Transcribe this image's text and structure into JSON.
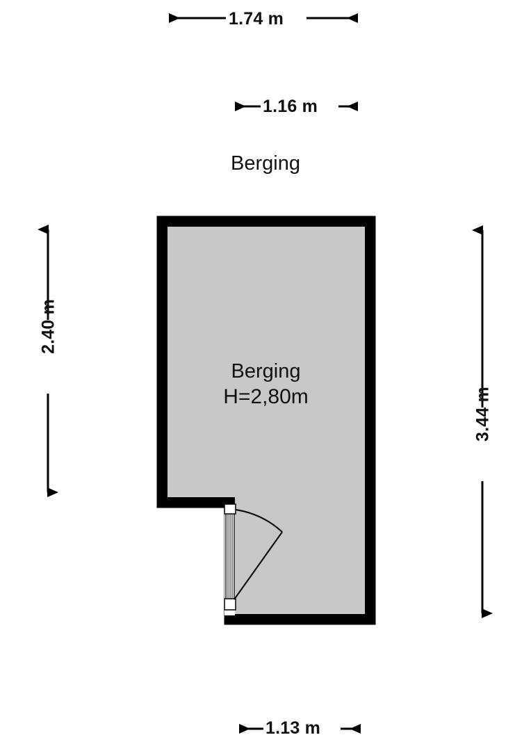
{
  "plan": {
    "title": "Berging",
    "room": {
      "name": "Berging",
      "height_label": "H=2,80m"
    },
    "colors": {
      "wall": "#000000",
      "floor_fill": "#c8c8c8",
      "background": "#ffffff",
      "text": "#111111",
      "door_panel": "#ffffff"
    },
    "dimensions": {
      "top_outer": "1.74 m",
      "top_inner": "1.16 m",
      "left": "2.40 m",
      "right": "3.44 m",
      "bottom": "1.13 m"
    },
    "icons": {
      "door_swing": "door-swing-arc",
      "arrow_left": "arrow-left",
      "arrow_right": "arrow-right",
      "arrow_up": "arrow-up",
      "arrow_down": "arrow-down"
    }
  }
}
